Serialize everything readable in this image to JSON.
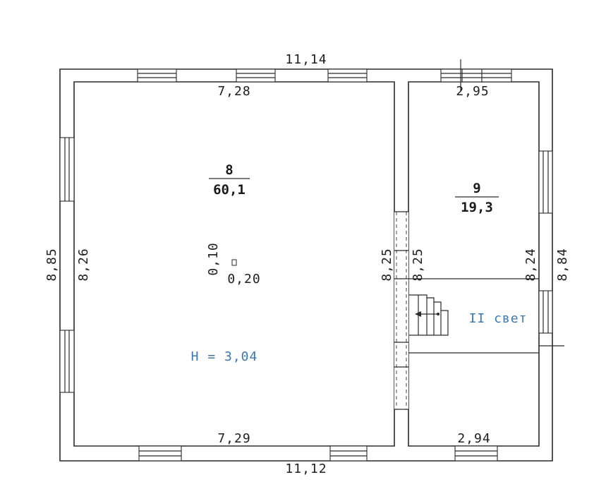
{
  "dimensions": {
    "outer_top": "11,14",
    "outer_bottom": "11,12",
    "outer_left": "8,85",
    "outer_right": "8,84",
    "room8_top": "7,28",
    "room8_bottom": "7,29",
    "room8_left": "8,26",
    "room8_right": "8,25",
    "room9_top": "2,95",
    "room9_bottom": "2,94",
    "room9_left": "8,25",
    "room9_right": "8,24",
    "column_w": "0,10",
    "column_h": "0,20"
  },
  "rooms": {
    "room8": {
      "number": "8",
      "area": "60,1"
    },
    "room9": {
      "number": "9",
      "area": "19,3"
    }
  },
  "labels": {
    "height": "H = 3,04",
    "second_light": "II свет"
  },
  "colors": {
    "lines": "#2a2a2a",
    "annotation_blue": "#3a78b0"
  }
}
